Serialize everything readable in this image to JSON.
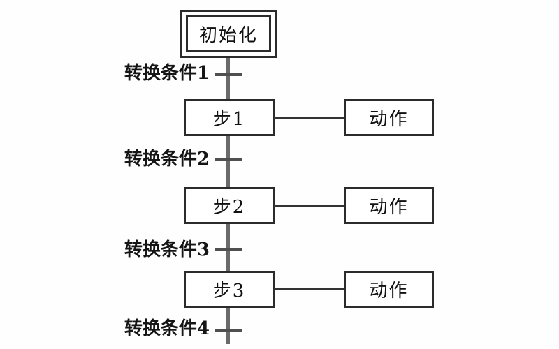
{
  "diagram": {
    "type": "sfc-flowchart",
    "initial_step": {
      "label": "初始化"
    },
    "steps": [
      {
        "label": "步1",
        "action": "动作"
      },
      {
        "label": "步2",
        "action": "动作"
      },
      {
        "label": "步3",
        "action": "动作"
      }
    ],
    "transitions": [
      {
        "label": "转换条件1"
      },
      {
        "label": "转换条件2"
      },
      {
        "label": "转换条件3"
      },
      {
        "label": "转换条件4"
      }
    ],
    "colors": {
      "box_border": "#2b2b2b",
      "flow_line": "#6a6a6a",
      "tick": "#4f4f4f",
      "text": "#111111",
      "background": "#fefefe"
    }
  }
}
